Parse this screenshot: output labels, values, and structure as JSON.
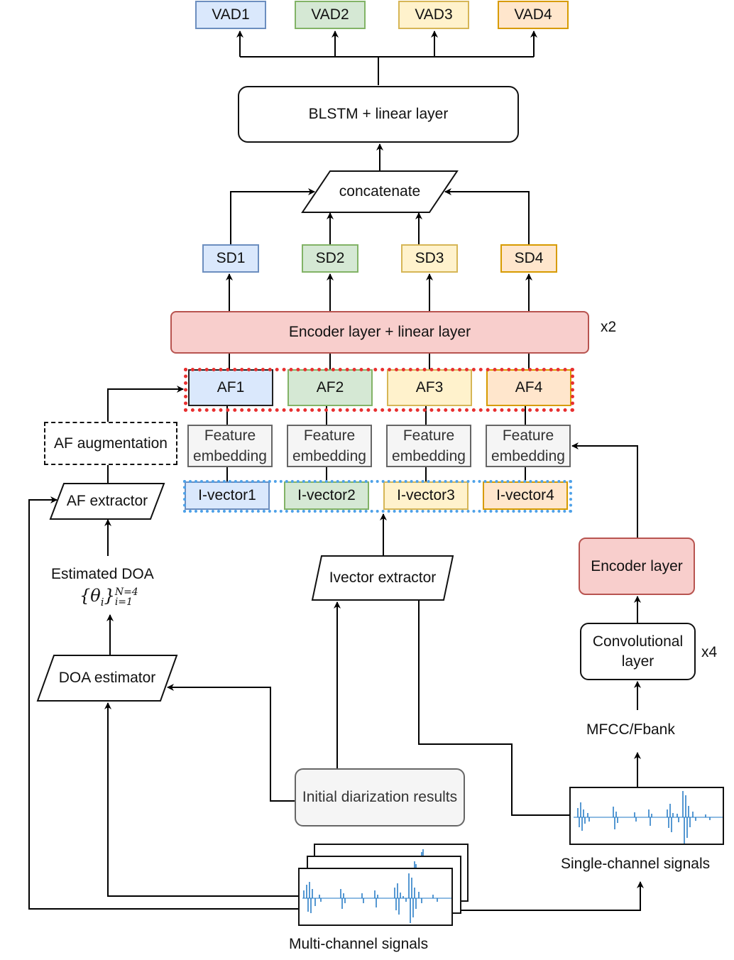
{
  "vad": [
    "VAD1",
    "VAD2",
    "VAD3",
    "VAD4"
  ],
  "blstm": "BLSTM + linear layer",
  "concatenate": "concatenate",
  "sd": [
    "SD1",
    "SD2",
    "SD3",
    "SD4"
  ],
  "encoder_linear": "Encoder layer + linear layer",
  "encoder_repeat": "x2",
  "af": [
    "AF1",
    "AF2",
    "AF3",
    "AF4"
  ],
  "feature_embedding": [
    "Feature embedding",
    "Feature embedding",
    "Feature embedding",
    "Feature embedding"
  ],
  "ivector": [
    "I-vector1",
    "I-vector2",
    "I-vector3",
    "I-vector4"
  ],
  "af_augmentation": "AF augmentation",
  "af_extractor": "AF extractor",
  "estimated_doa": "Estimated DOA",
  "doa_math": {
    "base": "{θ",
    "sub_i": "i",
    "close": "}",
    "sup": "N=4",
    "sub": "i=1"
  },
  "doa_estimator": "DOA estimator",
  "ivector_extractor": "Ivector extractor",
  "encoder_layer": "Encoder layer",
  "conv_layer": "Convolutional layer",
  "conv_repeat": "x4",
  "mfcc": "MFCC/Fbank",
  "initial_diarization": "Initial diarization results",
  "single_channel": "Single-channel signals",
  "multi_channel": "Multi-channel signals",
  "colors": {
    "blue": "#dae8fc",
    "green": "#d5e8d4",
    "yellow": "#fff2cc",
    "orange": "#ffe6cc",
    "pink": "#f8cecc",
    "grey": "#f5f5f5",
    "waveform": "#1f77c4",
    "af_dash": "#e83030",
    "ivector_dash": "#4ea1e8"
  }
}
